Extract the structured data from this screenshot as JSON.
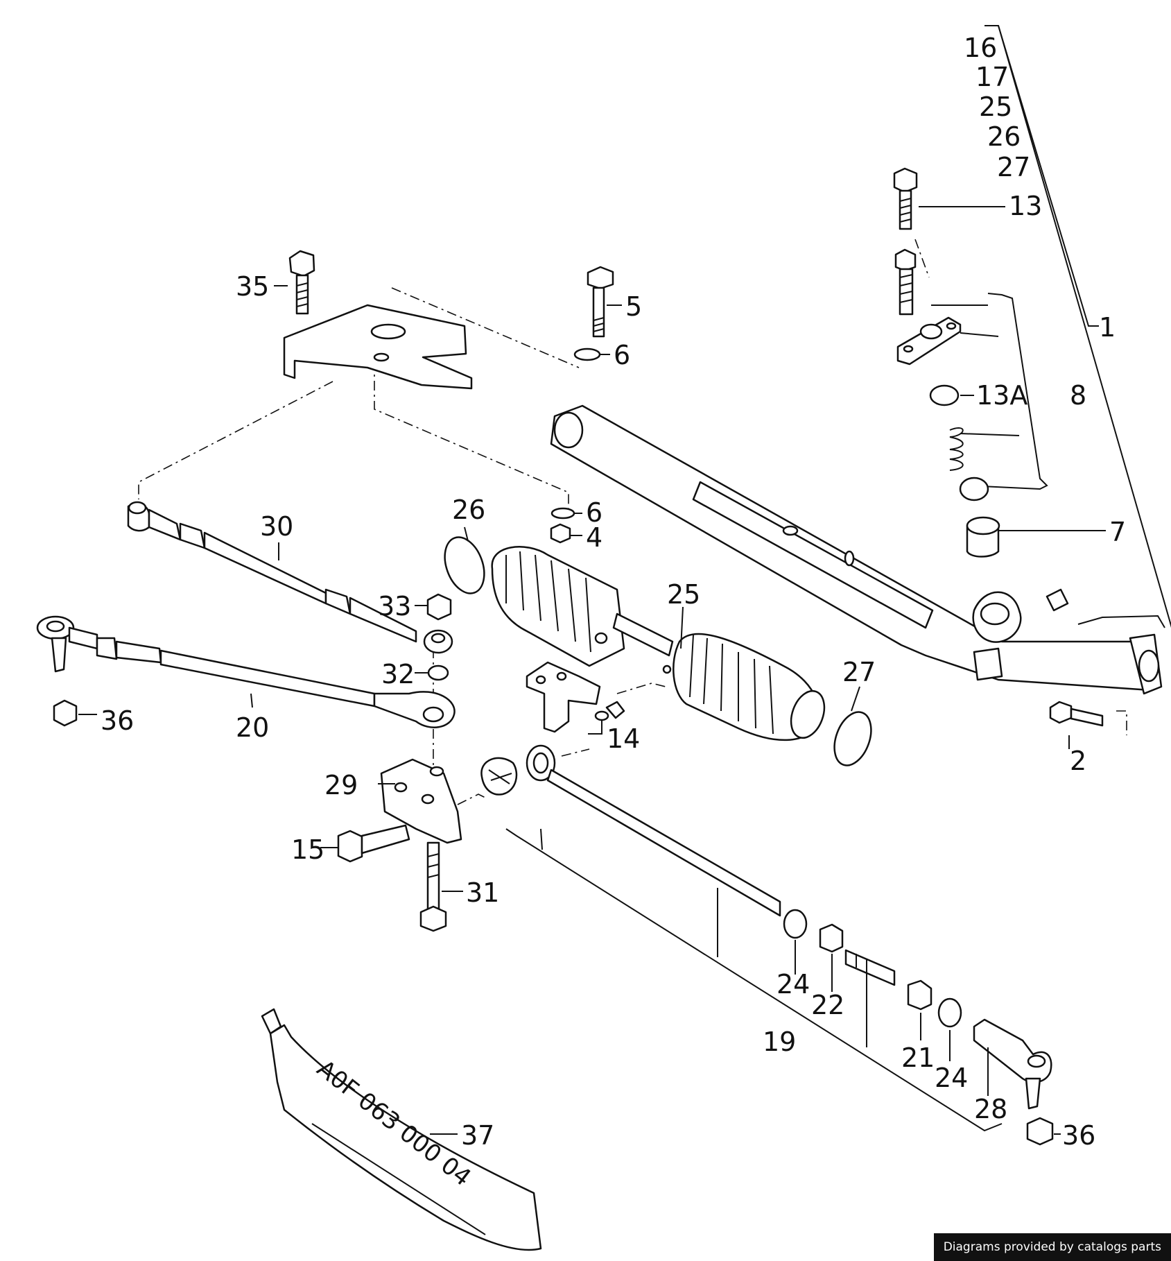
{
  "callouts": [
    "16",
    "17",
    "25",
    "26",
    "27",
    "13",
    "1",
    "35",
    "5",
    "6",
    "13A",
    "8",
    "6",
    "4",
    "7",
    "26",
    "30",
    "25",
    "33",
    "27",
    "32",
    "36",
    "20",
    "14",
    "2",
    "29",
    "15",
    "31",
    "24",
    "22",
    "19",
    "21",
    "24",
    "28",
    "36",
    "37"
  ],
  "tube_marking": "A0F 063 000 04",
  "credit": "Diagrams provided by catalogs parts"
}
